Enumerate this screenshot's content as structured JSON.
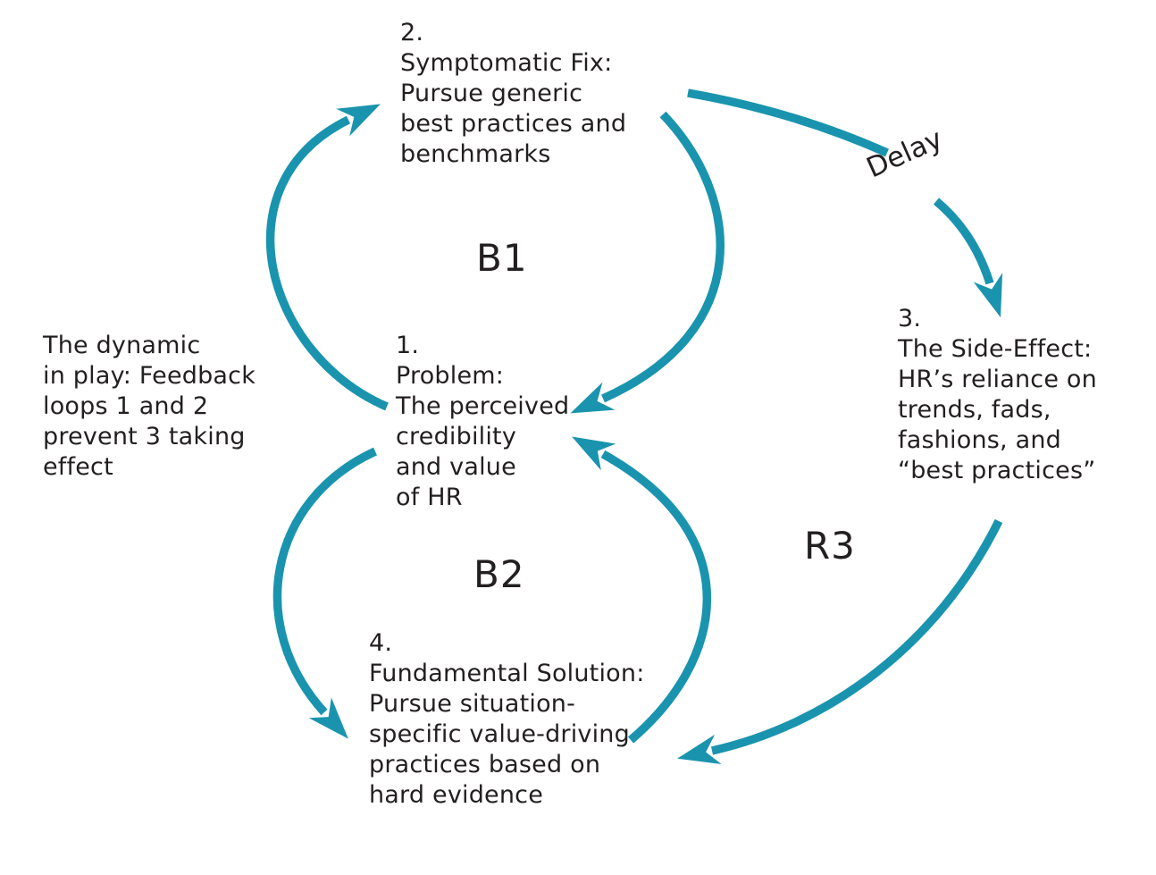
{
  "colors": {
    "arrow": "#1A94AE",
    "ink": "#231F20"
  },
  "annotation": {
    "text": "The dynamic\nin play: Feedback\nloops 1 and 2\nprevent 3 taking\neffect"
  },
  "nodes": {
    "problem": {
      "label": "1.\nProblem:\nThe perceived\ncredibility\nand value\nof HR"
    },
    "symptomatic_fix": {
      "label": "2.\nSymptomatic Fix:\nPursue generic\nbest practices and\nbenchmarks"
    },
    "side_effect": {
      "label": "3.\nThe Side-Effect:\nHR’s reliance on\ntrends, fads,\nfashions, and\n“best practices”"
    },
    "fundamental_solution": {
      "label": "4.\nFundamental Solution:\nPursue situation-\nspecific value-driving\npractices based on\nhard evidence"
    }
  },
  "loops": {
    "b1": {
      "label": "B1"
    },
    "b2": {
      "label": "B2"
    },
    "r3": {
      "label": "R3"
    }
  },
  "arrows": {
    "delay": {
      "label": "Delay"
    }
  }
}
